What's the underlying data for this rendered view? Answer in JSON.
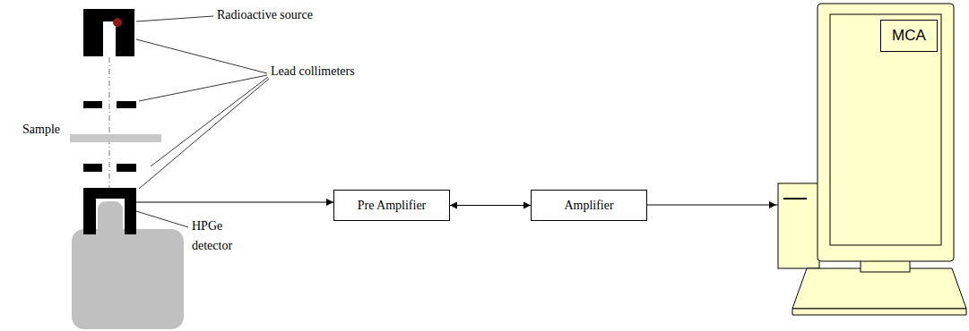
{
  "diagram": {
    "nodes": [
      {
        "text": [
          "HPGe detector"
        ]
      },
      {
        "text": [
          "Pre Amplifier"
        ]
      },
      {
        "text": [
          "Amplifier"
        ]
      },
      {
        "text": [
          "MCA"
        ]
      }
    ],
    "edges": [
      {
        "from": 0,
        "to": 1,
        "arrow": "to"
      },
      {
        "from": 1,
        "to": 2,
        "arrow": "both"
      },
      {
        "from": 2,
        "to": 3,
        "arrow": "to"
      }
    ],
    "labels": [
      "Radioactive source",
      "Lead collimeters",
      "Sample"
    ]
  }
}
